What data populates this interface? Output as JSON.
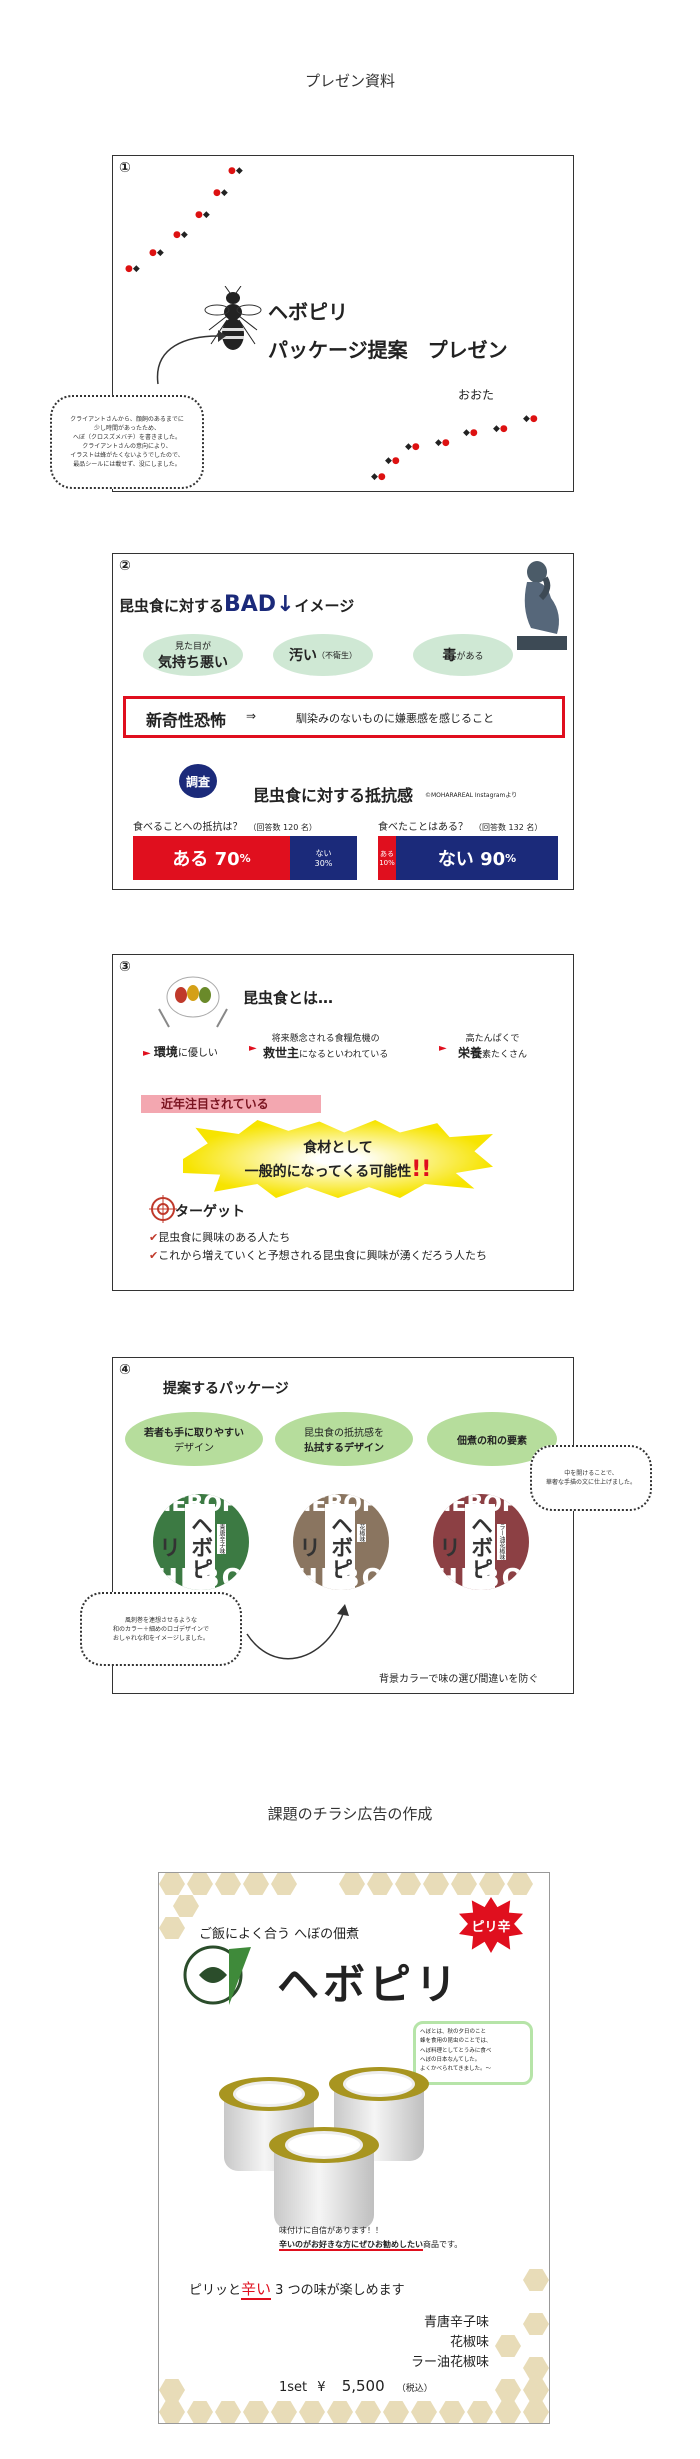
{
  "headings": {
    "presentation": "プレゼン資料",
    "flyer": "課題のチラシ広告の作成"
  },
  "slide1": {
    "number": "①",
    "title_line1": "ヘボピリ",
    "title_line2": "パッケージ提案　プレゼン",
    "author": "おおた",
    "bubble": [
      "クライアントさんから、顔飼のあるまでに",
      "少し時間があったため、",
      "へぼ（クロスズメバチ）を書きました。",
      "クライアントさんの意向により、",
      "イラストは蜂がたくないようでしたので、",
      "最品シールには載せず、没にしました。"
    ]
  },
  "slide2": {
    "number": "②",
    "title_prefix": "昆虫食に対する",
    "title_bad": "BAD↓",
    "title_suffix": "イメージ",
    "ovals": [
      {
        "top": "見た目が",
        "main": "気持ち悪い"
      },
      {
        "main": "汚い",
        "sub": "（不衛生）"
      },
      {
        "main": "毒",
        "sub": "がある"
      }
    ],
    "neophobia_title": "新奇性恐怖",
    "arrow": "⇒",
    "neophobia_desc": "馴染みのないものに嫌悪感を感じること",
    "survey_badge": "調査",
    "survey_title": "昆虫食に対する抵抗感",
    "survey_source": "©MOHARAREAL Instagramより",
    "q1_label": "食べることへの抵抗は？",
    "q1_note": "（回答数 120 名）",
    "q1_yes": "ある 70",
    "q1_yes_pct": "%",
    "q1_no_label": "ない",
    "q1_no_val": "30%",
    "q2_label": "食べたことはある？",
    "q2_note": "（回答数 132 名）",
    "q2_yes_label": "ある",
    "q2_yes_val": "10%",
    "q2_no": "ない 90",
    "q2_no_pct": "%",
    "colors": {
      "red": "#e00f1e",
      "navy": "#1b2a7a"
    },
    "q1_values": {
      "yes": 70,
      "no": 30
    },
    "q2_values": {
      "yes": 10,
      "no": 90
    }
  },
  "slide3": {
    "number": "③",
    "title": "昆虫食とは…",
    "points": [
      {
        "main": "環境",
        "rest": "に優しい"
      },
      {
        "line1": "将来懸念される食糧危機の",
        "main": "救世主",
        "rest": "になるといわれている"
      },
      {
        "line1": "高たんぱくで",
        "main": "栄養",
        "rest": "素たくさん"
      }
    ],
    "trend_label": "近年注目されている",
    "burst_line1": "食材として",
    "burst_line2": "一般的になってくる可能性",
    "burst_mark": "!!",
    "target_title": "ターゲット",
    "targets": [
      "昆虫食に興味のある人たち",
      "これから増えていくと予想される昆虫食に興味が湧くだろう人たち"
    ]
  },
  "slide4": {
    "number": "④",
    "title": "提案するパッケージ",
    "ovals": [
      {
        "line1": "若者も手に取りやすい",
        "line2": "デザイン"
      },
      {
        "line1": "昆虫食の抵抗感を",
        "line2": "払拭するデザイン"
      },
      {
        "line1": "佃煮の和の要素"
      }
    ],
    "bubble_right": [
      "中を開けることで、",
      "華奢な手描の文に仕上げました。"
    ],
    "bubble_left": [
      "風刺巻を連想させるような",
      "和のカラー＋細めのロゴデザインで",
      "おしゃれな和をイメージしました。"
    ],
    "logos": [
      {
        "name": "ヘボピリ",
        "sub": "青唐辛子味",
        "color": "#3c7a43"
      },
      {
        "name": "ヘボピリ",
        "sub": "花椒味",
        "color": "#8a7560"
      },
      {
        "name": "ヘボピリ",
        "sub": "ラー油花椒味",
        "color": "#8c4044"
      }
    ],
    "logo_top": "HEBOPIRI",
    "logo_bottom": "HEBO",
    "caption": "背景カラーで味の選び間違いを防ぐ"
  },
  "flyer": {
    "tagline": "ご飯によく合う へぼの佃煮",
    "brand": "ヘボピリ",
    "badge": "ピリ辛",
    "speech": [
      "へぼとは、秋の夕日のこと",
      "蜂を食用の昆虫のことでは、",
      "へぼ料理としてとうみに食べ",
      "へぼの日本なんてした。",
      "よくかべられてきました。～"
    ],
    "note_line1": "味付けに自信があります！！",
    "note_line2_strong": "辛いのがお好きな方にぜひお勧めしたい",
    "note_line2_rest": "商品です。",
    "lead_pre": "ピリッと",
    "lead_hot": "辛い",
    "lead_post": " 3 つの味が楽しめます",
    "flavors": [
      "青唐辛子味",
      "花椒味",
      "ラー油花椒味"
    ],
    "price_set": "1set",
    "price_yen": "¥",
    "price_value": "5,500",
    "price_tax": "（税込）"
  }
}
